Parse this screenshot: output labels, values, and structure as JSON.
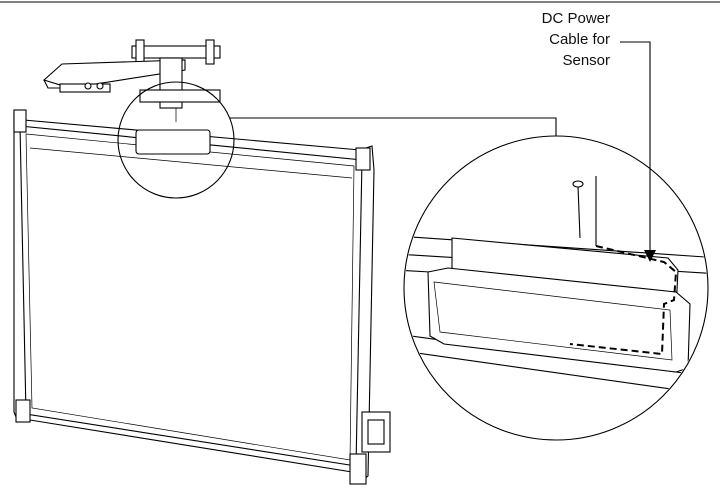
{
  "callout": {
    "line1": "DC Power",
    "line2": "Cable for",
    "line3": "Sensor"
  },
  "icons": [
    "whiteboard-illustration",
    "projector-boom-icon",
    "sensor-detail-magnifier"
  ]
}
